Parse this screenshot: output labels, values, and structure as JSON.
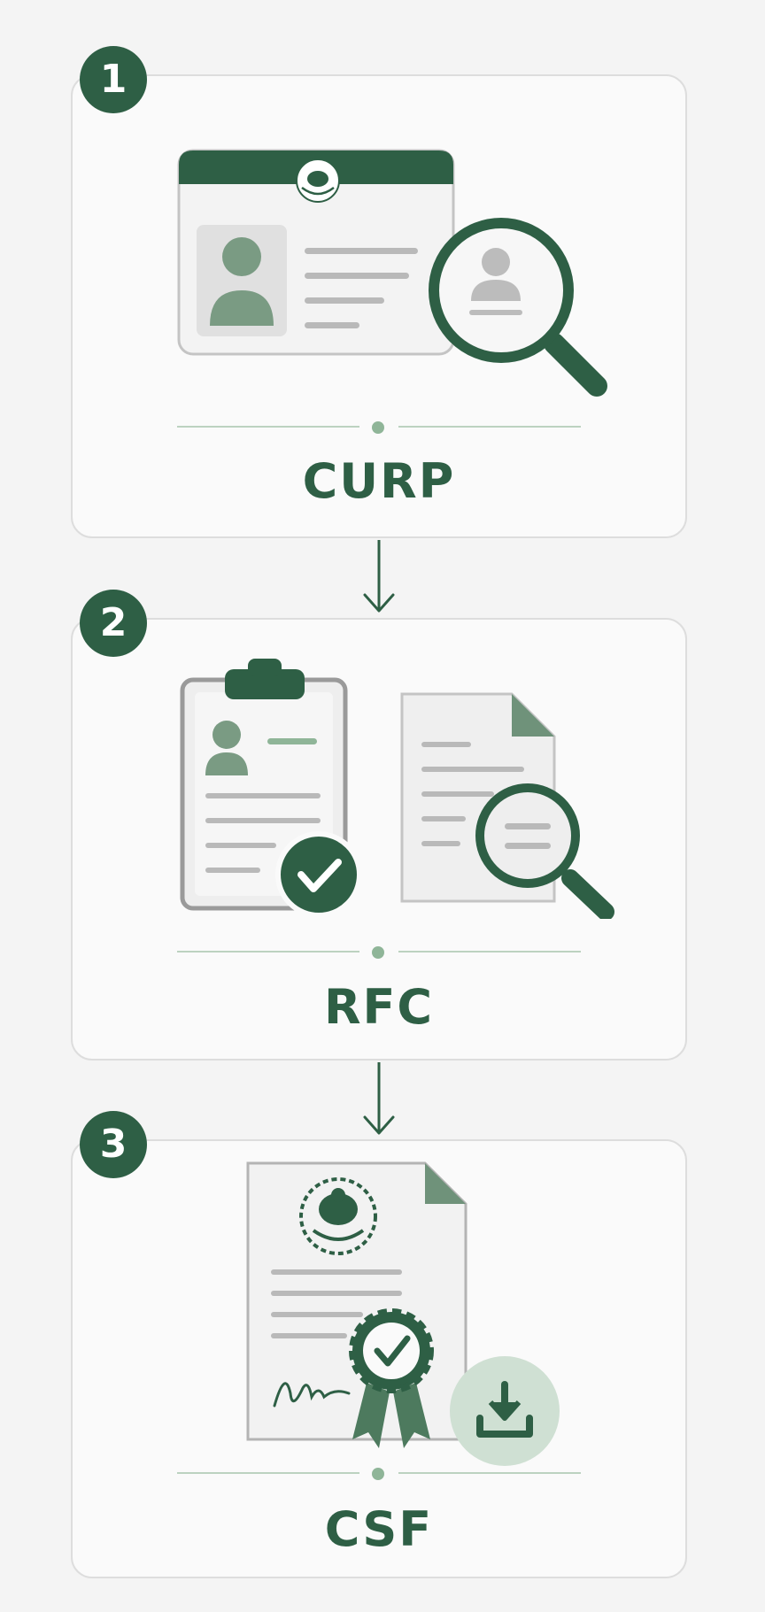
{
  "steps": [
    {
      "number": "1",
      "label": "CURP"
    },
    {
      "number": "2",
      "label": "RFC"
    },
    {
      "number": "3",
      "label": "CSF"
    }
  ],
  "colors": {
    "primary": "#2e5f45",
    "accent_light": "#8fb598",
    "card_bg": "#fafafa",
    "page_bg": "#f4f4f4"
  },
  "icons": {
    "step1": [
      "id-card-icon",
      "mexico-seal-icon",
      "person-avatar-icon",
      "magnifying-glass-icon"
    ],
    "step2": [
      "clipboard-icon",
      "check-circle-icon",
      "document-icon",
      "magnifying-glass-icon"
    ],
    "step3": [
      "certificate-document-icon",
      "mexico-seal-icon",
      "award-ribbon-icon",
      "signature-icon",
      "download-icon"
    ]
  }
}
